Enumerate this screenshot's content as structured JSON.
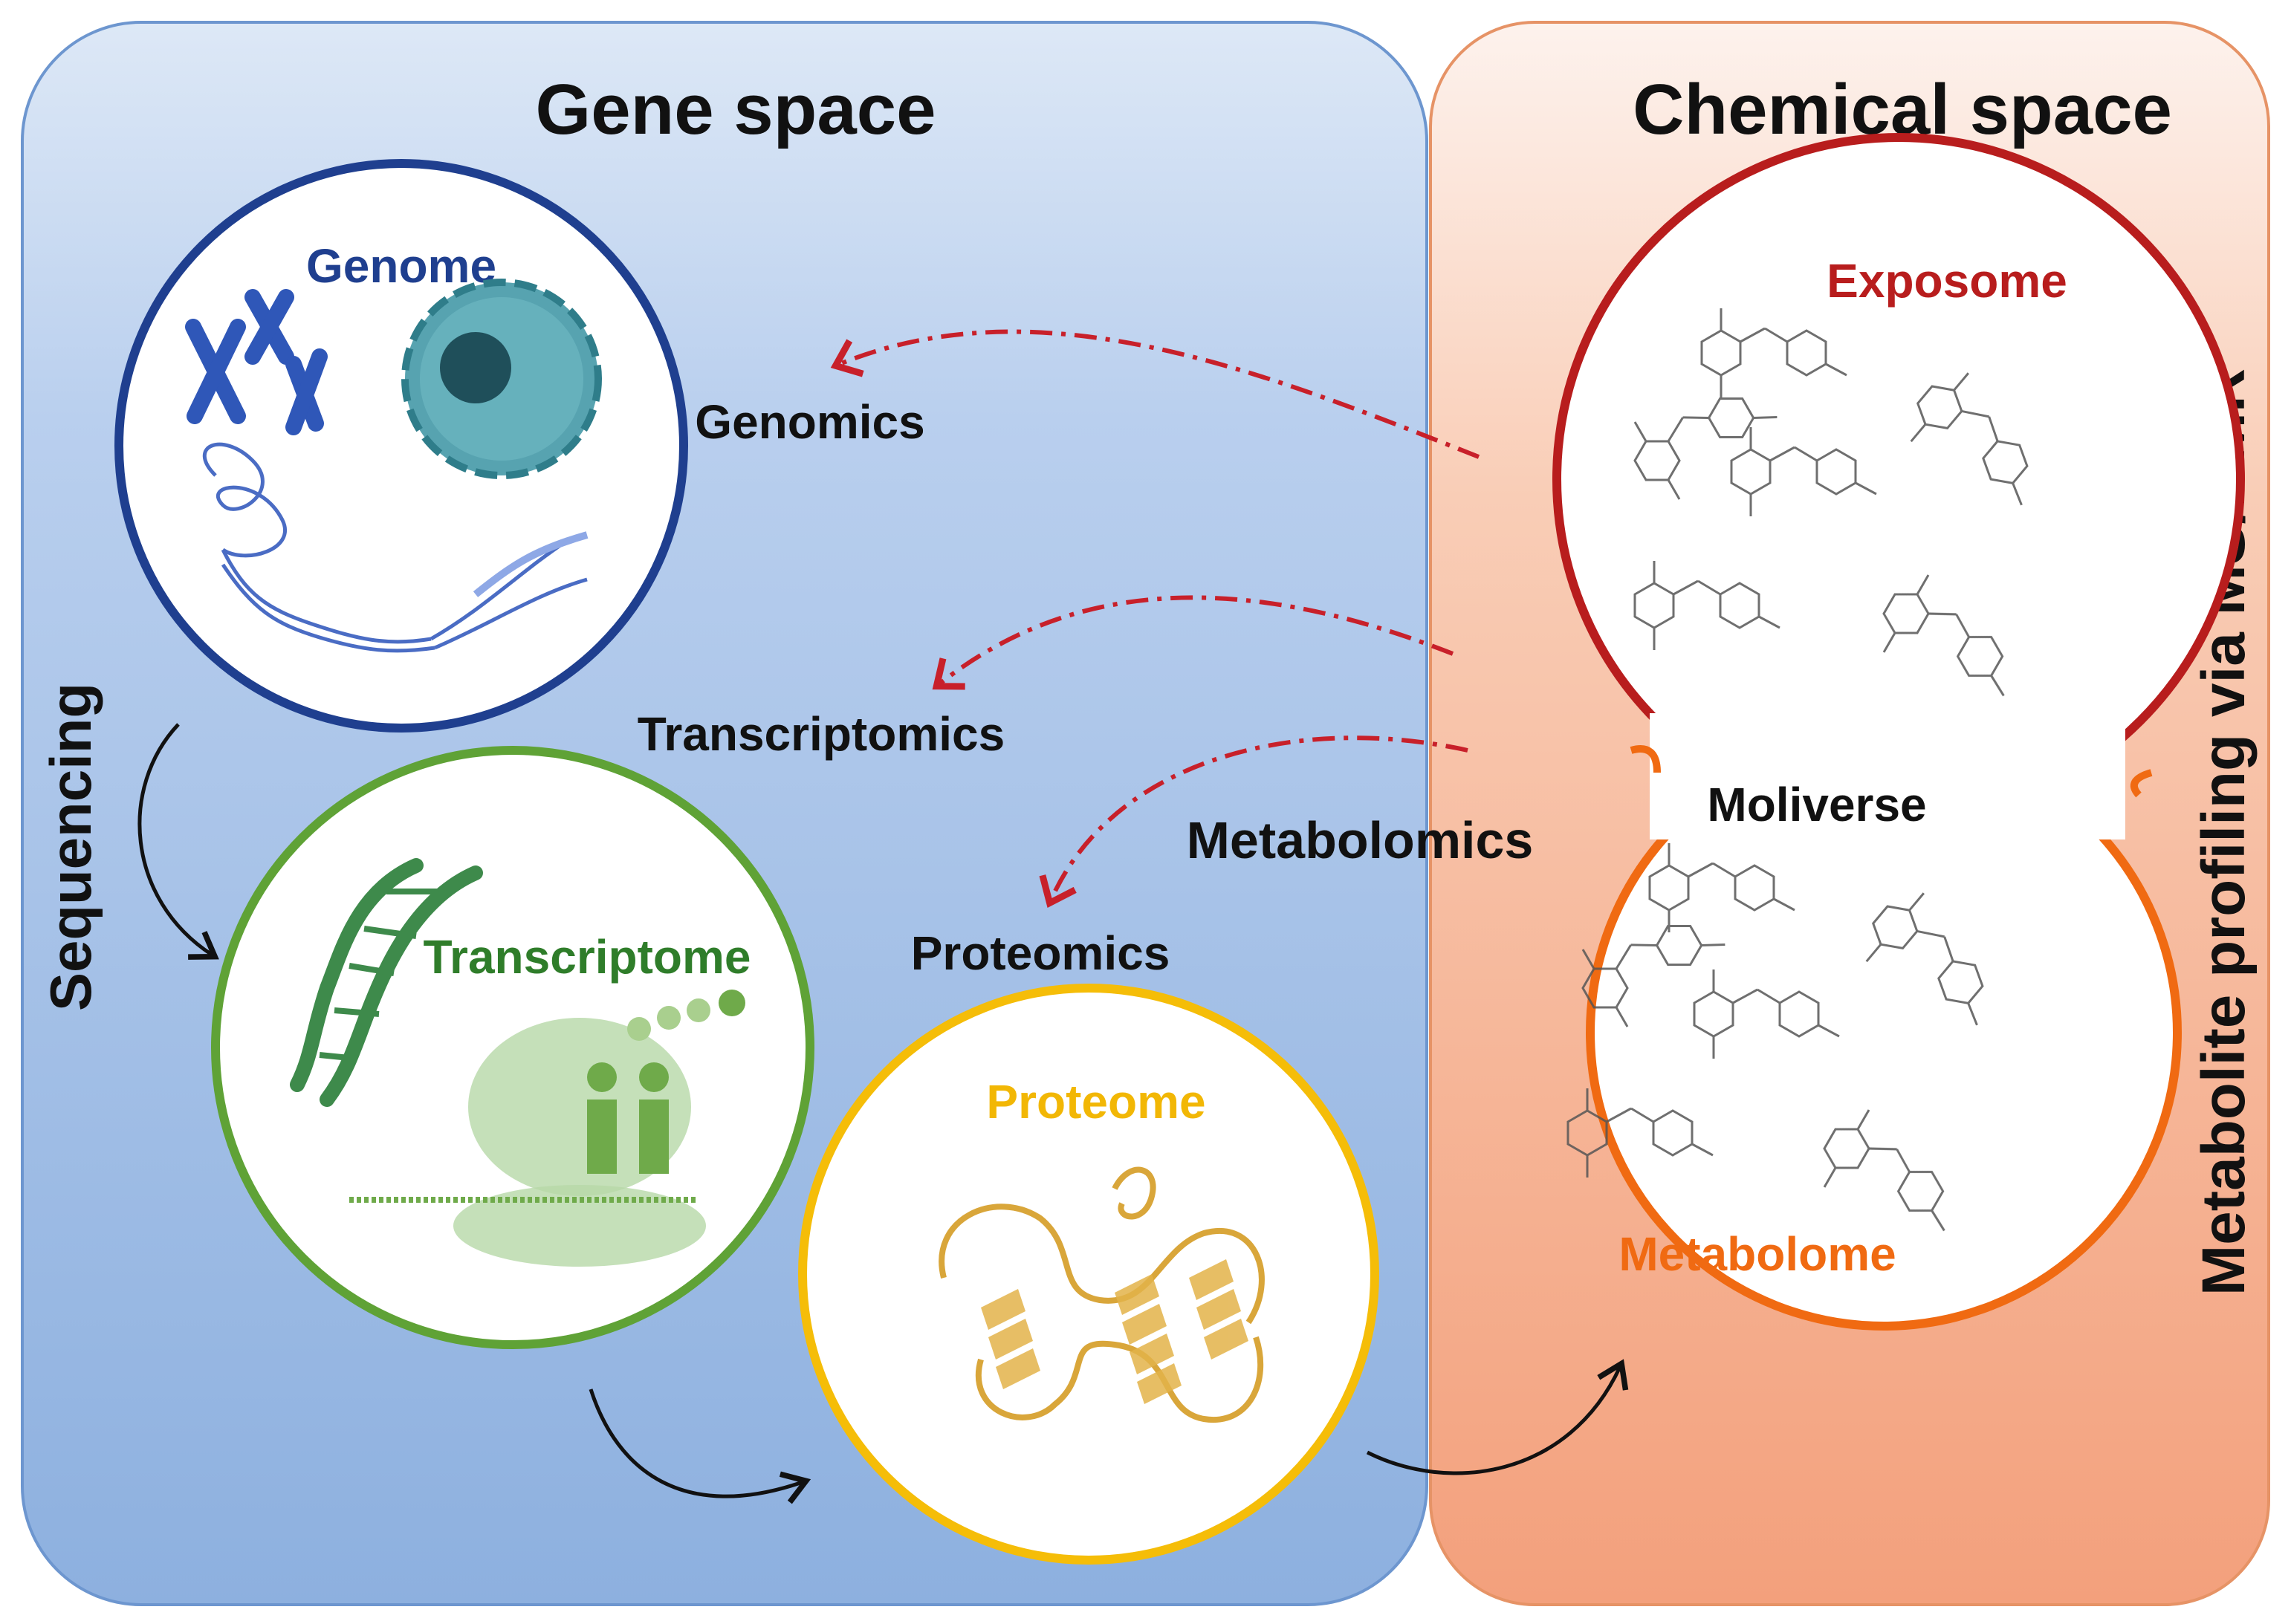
{
  "panels": {
    "gene_space": {
      "title": "Gene space"
    },
    "chemical_space": {
      "title": "Chemical space"
    }
  },
  "circles": {
    "genome": {
      "label": "Genome",
      "color": "#1f3f8f"
    },
    "transcriptome": {
      "label": "Transcriptome",
      "color": "#2f7d2a"
    },
    "proteome": {
      "label": "Proteome",
      "color": "#f2b705"
    },
    "exposome": {
      "label": "Exposome",
      "color": "#b81d1d"
    },
    "metabolome": {
      "label": "Metabolome",
      "color": "#f06a12"
    },
    "moliverse": {
      "label": "Moliverse"
    }
  },
  "omics": {
    "genomics": "Genomics",
    "transcriptomics": "Transcriptomics",
    "metabolomics": "Metabolomics",
    "proteomics": "Proteomics"
  },
  "side_labels": {
    "sequencing": "Sequencing",
    "profiling": "Metabolite profiling via MS/NMR"
  },
  "colors": {
    "gene_panel_top": "#d6e4f5",
    "gene_panel_bottom": "#8fb2e0",
    "chem_panel_top": "#fdf0ea",
    "chem_panel_bottom": "#f4a27e",
    "dashed_arrow": "#c8202a"
  }
}
